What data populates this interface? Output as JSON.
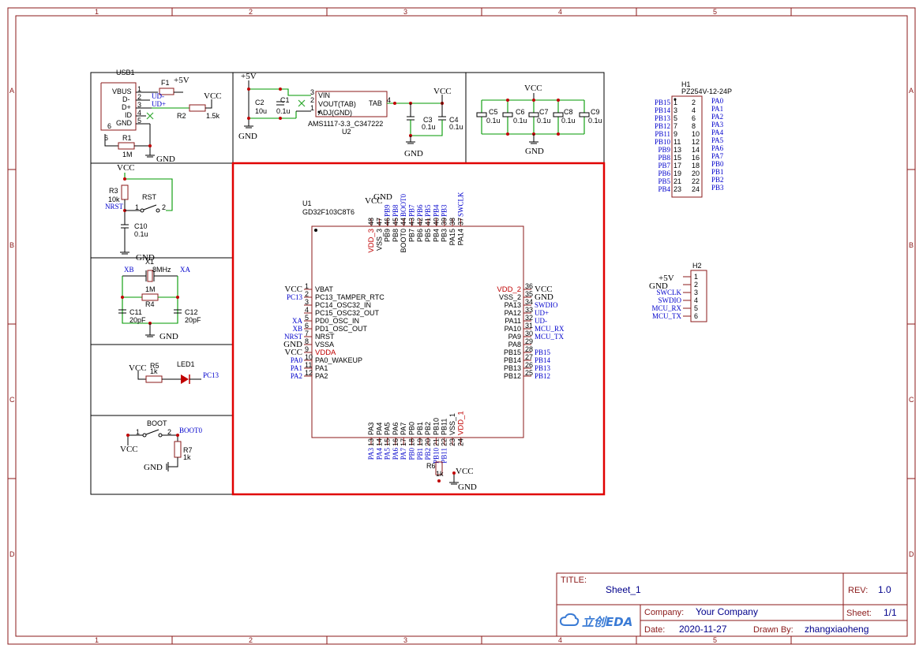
{
  "title_block": {
    "title_label": "TITLE:",
    "title": "Sheet_1",
    "rev_label": "REV:",
    "rev": "1.0",
    "company_label": "Company:",
    "company": "Your Company",
    "sheet_label": "Sheet:",
    "sheet": "1/1",
    "date_label": "Date:",
    "date": "2020-11-27",
    "drawn_label": "Drawn By:",
    "drawn": "zhangxiaoheng",
    "logo_text": "立创EDA"
  },
  "frame": {
    "columns": [
      "1",
      "2",
      "3",
      "4",
      "5"
    ],
    "rows": [
      "A",
      "B",
      "C",
      "D"
    ]
  },
  "usb": {
    "ref": "USB1",
    "pins": [
      "VBUS",
      "D-",
      "D+",
      "ID",
      "GND"
    ],
    "pin_nums": [
      "1",
      "2",
      "3",
      "4",
      "5"
    ],
    "shield": "6",
    "shield2": "6",
    "f1": "F1",
    "plus5v": "+5V",
    "udm": "UD-",
    "udp": "UD+",
    "r2": "R2",
    "r2_val": "1.5k",
    "vcc": "VCC",
    "r1": "R1",
    "r1_val": "1M",
    "gnd": "GND"
  },
  "ldo": {
    "plus5v": "+5V",
    "c2": "C2",
    "c2_val": "10u",
    "c1": "C1",
    "c1_val": "0.1u",
    "gnd": "GND",
    "pin_vin": "VIN",
    "pin_vout": "VOUT(TAB)",
    "pin_adj": "ADJ(GND)",
    "pin_tab": "TAB",
    "n3": "3",
    "n2": "2",
    "n1": "1",
    "n4": "4",
    "part": "AMS1117-3.3_C347222",
    "ref": "U2",
    "vcc": "VCC",
    "c3": "C3",
    "c3_val": "0.1u",
    "c4": "C4",
    "c4_val": "0.1u",
    "gnd2": "GND"
  },
  "decoupling": {
    "vcc": "VCC",
    "caps": [
      {
        "ref": "C5",
        "val": "0.1u"
      },
      {
        "ref": "C6",
        "val": "0.1u"
      },
      {
        "ref": "C7",
        "val": "0.1u"
      },
      {
        "ref": "C8",
        "val": "0.1u"
      },
      {
        "ref": "C9",
        "val": "0.1u"
      }
    ],
    "gnd": "GND"
  },
  "reset": {
    "vcc": "VCC",
    "r3": "R3",
    "r3_val": "10k",
    "nrst": "NRST",
    "rst": "RST",
    "n1": "1",
    "n2": "2",
    "c10": "C10",
    "c10_val": "0.1u",
    "gnd": "GND"
  },
  "crystal": {
    "x1": "X1",
    "freq": "8MHz",
    "xb": "XB",
    "xa": "XA",
    "r4_val": "1M",
    "r4": "R4",
    "c11": "C11",
    "c11_val": "20pF",
    "c12": "C12",
    "c12_val": "20pF",
    "gnd": "GND"
  },
  "led": {
    "vcc": "VCC",
    "r5": "R5",
    "r5_val": "1k",
    "led": "LED1",
    "net": "PC13"
  },
  "boot": {
    "boot": "BOOT",
    "n1": "1",
    "n2": "2",
    "net": "BOOT0",
    "vcc": "VCC",
    "r7": "R7",
    "r7_val": "1k",
    "gnd": "GND"
  },
  "mcu": {
    "ref": "U1",
    "part": "GD32F103C8T6",
    "left_pins": [
      {
        "num": "1",
        "name": "VBAT",
        "net": "VCC"
      },
      {
        "num": "2",
        "name": "PC13_TAMPER_RTC",
        "net": "PC13"
      },
      {
        "num": "3",
        "name": "PC14_OSC32_IN",
        "net": ""
      },
      {
        "num": "4",
        "name": "PC15_OSC32_OUT",
        "net": ""
      },
      {
        "num": "5",
        "name": "PD0_OSC_IN",
        "net": "XA"
      },
      {
        "num": "6",
        "name": "PD1_OSC_OUT",
        "net": "XB"
      },
      {
        "num": "7",
        "name": "NRST",
        "net": "NRST"
      },
      {
        "num": "8",
        "name": "VSSA",
        "net": "GND"
      },
      {
        "num": "9",
        "name": "VDDA",
        "net": "VCC"
      },
      {
        "num": "10",
        "name": "PA0_WAKEUP",
        "net": "PA0"
      },
      {
        "num": "11",
        "name": "PA1",
        "net": "PA1"
      },
      {
        "num": "12",
        "name": "PA2",
        "net": "PA2"
      }
    ],
    "right_pins": [
      {
        "num": "36",
        "name": "VDD_2",
        "net": "VCC"
      },
      {
        "num": "35",
        "name": "VSS_2",
        "net": "GND"
      },
      {
        "num": "34",
        "name": "PA13",
        "net": "SWDIO"
      },
      {
        "num": "33",
        "name": "PA12",
        "net": "UD+"
      },
      {
        "num": "32",
        "name": "PA11",
        "net": "UD-"
      },
      {
        "num": "31",
        "name": "PA10",
        "net": "MCU_RX"
      },
      {
        "num": "30",
        "name": "PA9",
        "net": "MCU_TX"
      },
      {
        "num": "29",
        "name": "PA8",
        "net": ""
      },
      {
        "num": "28",
        "name": "PB15",
        "net": "PB15"
      },
      {
        "num": "27",
        "name": "PB14",
        "net": "PB14"
      },
      {
        "num": "26",
        "name": "PB13",
        "net": "PB13"
      },
      {
        "num": "25",
        "name": "PB12",
        "net": "PB12"
      }
    ],
    "top_pins": [
      {
        "num": "48",
        "name": "VDD_3",
        "net": "VCC"
      },
      {
        "num": "47",
        "name": "VSS_3",
        "net": "GND"
      },
      {
        "num": "46",
        "name": "PB9",
        "net": "PB9"
      },
      {
        "num": "45",
        "name": "PB8",
        "net": "PB8"
      },
      {
        "num": "44",
        "name": "BOOT0",
        "net": "BOOT0"
      },
      {
        "num": "43",
        "name": "PB7",
        "net": "PB7"
      },
      {
        "num": "42",
        "name": "PB6",
        "net": "PB6"
      },
      {
        "num": "41",
        "name": "PB5",
        "net": "PB5"
      },
      {
        "num": "40",
        "name": "PB4",
        "net": "PB4"
      },
      {
        "num": "39",
        "name": "PB3",
        "net": "PB3"
      },
      {
        "num": "38",
        "name": "PA15",
        "net": ""
      },
      {
        "num": "37",
        "name": "PA14",
        "net": "SWCLK"
      }
    ],
    "bottom_pins": [
      {
        "num": "13",
        "name": "PA3",
        "net": "PA3"
      },
      {
        "num": "14",
        "name": "PA4",
        "net": "PA4"
      },
      {
        "num": "15",
        "name": "PA5",
        "net": "PA5"
      },
      {
        "num": "16",
        "name": "PA6",
        "net": "PA6"
      },
      {
        "num": "17",
        "name": "PA7",
        "net": "PA7"
      },
      {
        "num": "18",
        "name": "PB0",
        "net": "PB0"
      },
      {
        "num": "19",
        "name": "PB1",
        "net": "PB1"
      },
      {
        "num": "20",
        "name": "PB2",
        "net": "PB2"
      },
      {
        "num": "21",
        "name": "PB10",
        "net": "PB10"
      },
      {
        "num": "22",
        "name": "PB11",
        "net": "PB11"
      },
      {
        "num": "23",
        "name": "VSS_1",
        "net": "GND"
      },
      {
        "num": "24",
        "name": "VDD_1",
        "net": "VCC"
      }
    ],
    "top_vcc": "VCC",
    "top_gnd": "GND",
    "r6": "R6",
    "r6_val": "1k",
    "bot_vcc": "VCC",
    "bot_gnd": "GND"
  },
  "h1": {
    "ref": "H1",
    "part": "PZ254V-12-24P",
    "left_nets": [
      "PB15",
      "PB14",
      "PB13",
      "PB12",
      "PB11",
      "PB10",
      "PB9",
      "PB8",
      "PB7",
      "PB6",
      "PB5",
      "PB4"
    ],
    "right_nets": [
      "PA0",
      "PA1",
      "PA2",
      "PA3",
      "PA4",
      "PA5",
      "PA6",
      "PA7",
      "PB0",
      "PB1",
      "PB2",
      "PB3"
    ]
  },
  "h2": {
    "ref": "H2",
    "plus5v": "+5V",
    "gnd": "GND",
    "nets": [
      "",
      "",
      "SWCLK",
      "SWDIO",
      "MCU_RX",
      "MCU_TX"
    ],
    "nums": [
      "1",
      "2",
      "3",
      "4",
      "5",
      "6"
    ]
  }
}
